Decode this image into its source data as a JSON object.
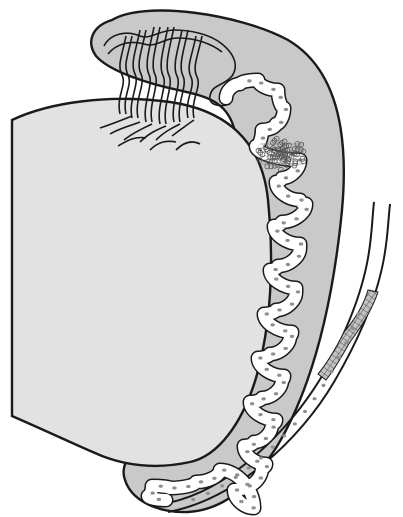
{
  "figure": {
    "colors": {
      "background": "#ffffff",
      "outline": "#1a1a1a",
      "testis_fill": "#e2e2e2",
      "epididymis_fill": "#c9c9c9",
      "lumen_fill": "#ffffff",
      "cell_dots": "#8f8f8f",
      "lesion_fill": "#b4b4b4"
    },
    "icon_names": [
      "testis",
      "epididymis",
      "efferent-ductules",
      "rete-testis",
      "epididymal-duct",
      "vas-deferens",
      "hatched-lesion"
    ]
  }
}
